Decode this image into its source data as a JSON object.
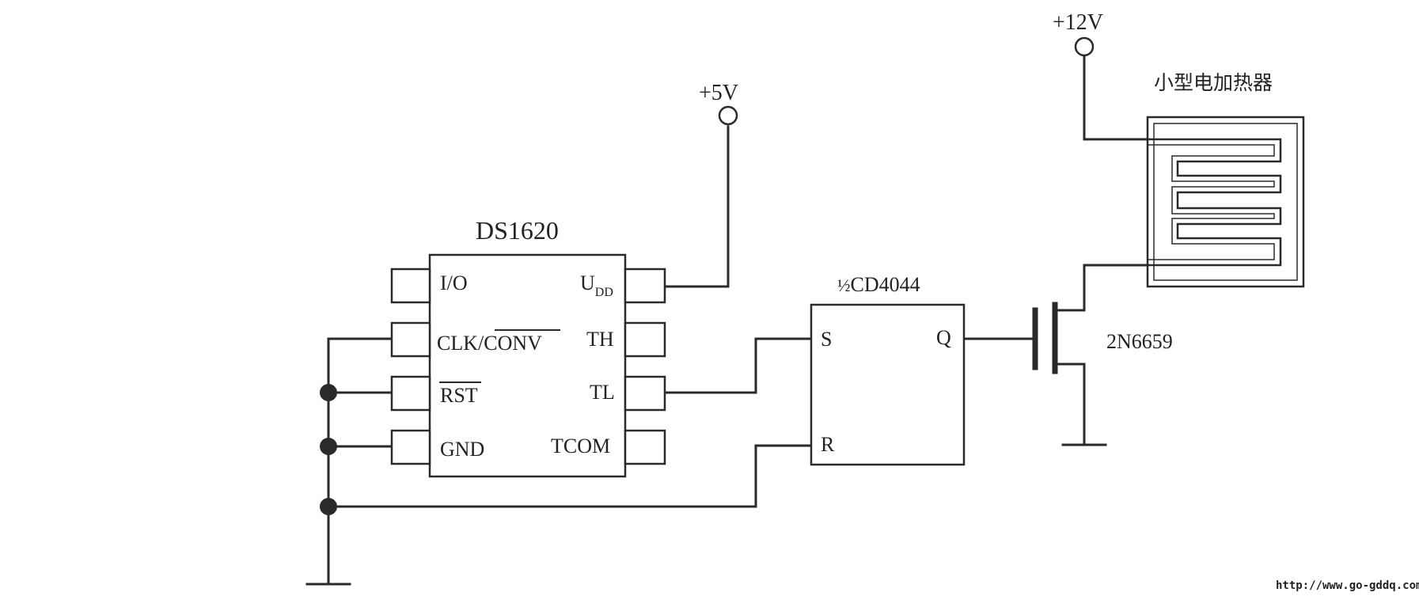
{
  "supplies": {
    "v5": "+5V",
    "v12": "+12V"
  },
  "ic": {
    "name": "DS1620",
    "pins_left": [
      "I/O",
      "CLK/",
      "CONV",
      "RST",
      "GND"
    ],
    "udd_main": "U",
    "udd_sub": "DD",
    "pins_right": [
      "TH",
      "TL",
      "TCOM"
    ]
  },
  "flipflop": {
    "half": "½",
    "name": "CD4044",
    "s": "S",
    "r": "R",
    "q": "Q"
  },
  "mosfet": {
    "name": "2N6659"
  },
  "heater": {
    "name": "小型电加热器"
  },
  "watermark": "http://www.go-gddq.com"
}
